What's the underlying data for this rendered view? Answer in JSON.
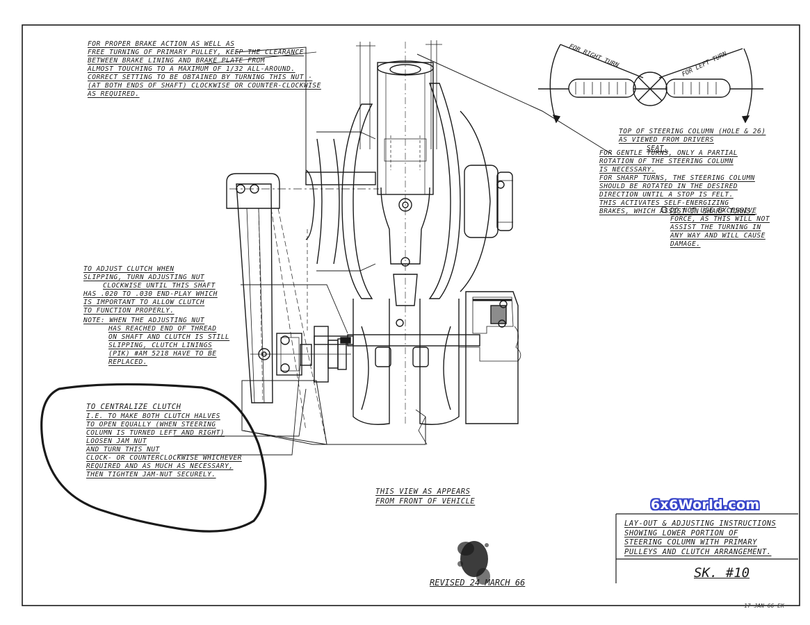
{
  "notes": {
    "brake_action": [
      "For proper brake action as well as",
      "free turning of primary pulley, keep the clearance",
      "between brake lining and brake plate from",
      "almost touching to a maximum of 1/32 all-around.",
      "Correct setting to be obtained by turning this nut -",
      "(at both ends of shaft) clockwise or counter-clockwise",
      "as required."
    ],
    "steering_column_top": [
      "Top of steering column (hole & 26)",
      "as viewed from drivers",
      "seat."
    ],
    "turning": [
      "For gentle turns, only a partial",
      "rotation of the steering column",
      "is necessary.",
      "For sharp turns, the steering column",
      "should be rotated in the desired",
      "direction until a stop is felt.",
      "This activates self-energizing",
      "brakes, which assist in sharp turns."
    ],
    "excessive_force": [
      "Do not use excessive",
      "force, as this will not",
      "assist the turning in",
      "any way and will cause",
      "damage."
    ],
    "adjust_clutch": [
      "To adjust clutch when",
      "slipping, turn adjusting nut",
      "clockwise until this shaft",
      "has .020 to .030 end-play which",
      "is important to allow clutch",
      "to function properly."
    ],
    "clutch_note": [
      "Note: when the adjusting nut",
      "has reached end of thread",
      "on shaft and clutch is still",
      "slipping, clutch linings",
      "(pik) #Am 5218 have to be",
      "replaced."
    ],
    "centralize_clutch": [
      "To centralize clutch",
      "i.e. to make both clutch halves",
      "to open equally (when steering",
      "column is turned left and right)",
      "loosen jam nut",
      "and turn this nut",
      "clock- or counterclockwise whichever",
      "required and as much as necessary,",
      "then tighten jam-nut securely."
    ]
  },
  "labels": {
    "right_turn": "For right turn",
    "left_turn": "For left turn",
    "view_caption": [
      "This view as appears",
      "from front of vehicle"
    ],
    "title_block": [
      "Lay-out & adjusting instructions",
      "showing lower portion of",
      "steering column with primary",
      "pulleys and clutch arrangement."
    ],
    "drawing_number": "SK. #10",
    "revised": "Revised 24 March 66",
    "corner_date": "17 JAN 66 EK",
    "watermark": "6x6World.com"
  },
  "colors": {
    "ink": "#1a1a1a",
    "paper": "#ffffff",
    "watermark_outline": "#3845c9"
  }
}
